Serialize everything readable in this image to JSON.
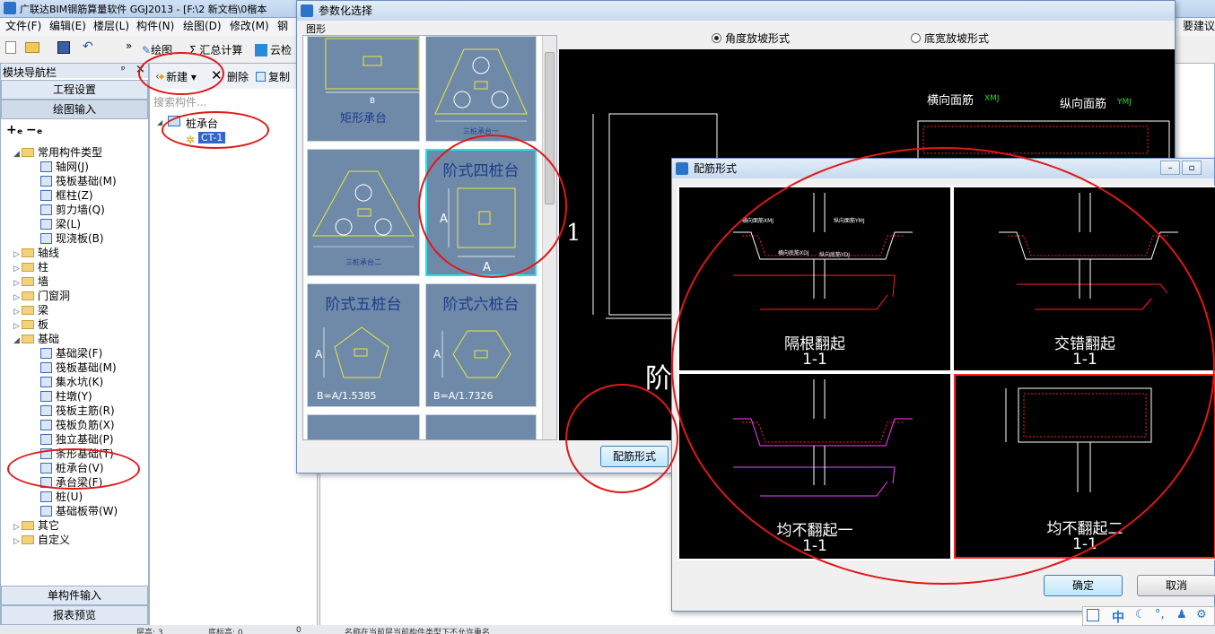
{
  "main_window": {
    "title": "广联达BIM钢筋算量软件 GGJ2013 - [F:\\2 新文档\\0楷本",
    "menu": [
      "文件(F)",
      "编辑(E)",
      "楼层(L)",
      "构件(N)",
      "绘图(D)",
      "修改(M)",
      "钢"
    ],
    "menu_right": "要建议",
    "toolbar": {
      "draw": "绘图",
      "sum": "Σ 汇总计算",
      "cloud": "云检"
    },
    "toolbar2": {
      "new": "新建",
      "delete": "删除",
      "copy": "复制"
    }
  },
  "nav": {
    "title": "模块导航栏",
    "pin": "ᵖ",
    "close": "×",
    "project_settings": "工程设置",
    "drawing_input": "绘图输入",
    "single_input": "单构件输入",
    "report_preview": "报表预览",
    "tree": [
      {
        "label": "常用构件类型",
        "level": 0,
        "type": "folder",
        "expanded": true
      },
      {
        "label": "轴网(J)",
        "level": 1,
        "type": "item"
      },
      {
        "label": "筏板基础(M)",
        "level": 1,
        "type": "item"
      },
      {
        "label": "框柱(Z)",
        "level": 1,
        "type": "item"
      },
      {
        "label": "剪力墙(Q)",
        "level": 1,
        "type": "item"
      },
      {
        "label": "梁(L)",
        "level": 1,
        "type": "item"
      },
      {
        "label": "现浇板(B)",
        "level": 1,
        "type": "item"
      },
      {
        "label": "轴线",
        "level": 0,
        "type": "folder"
      },
      {
        "label": "柱",
        "level": 0,
        "type": "folder"
      },
      {
        "label": "墙",
        "level": 0,
        "type": "folder"
      },
      {
        "label": "门窗洞",
        "level": 0,
        "type": "folder"
      },
      {
        "label": "梁",
        "level": 0,
        "type": "folder"
      },
      {
        "label": "板",
        "level": 0,
        "type": "folder"
      },
      {
        "label": "基础",
        "level": 0,
        "type": "folder",
        "expanded": true
      },
      {
        "label": "基础梁(F)",
        "level": 1,
        "type": "item"
      },
      {
        "label": "筏板基础(M)",
        "level": 1,
        "type": "item"
      },
      {
        "label": "集水坑(K)",
        "level": 1,
        "type": "item"
      },
      {
        "label": "柱墩(Y)",
        "level": 1,
        "type": "item"
      },
      {
        "label": "筏板主筋(R)",
        "level": 1,
        "type": "item"
      },
      {
        "label": "筏板负筋(X)",
        "level": 1,
        "type": "item"
      },
      {
        "label": "独立基础(P)",
        "level": 1,
        "type": "item"
      },
      {
        "label": "条形基础(T)",
        "level": 1,
        "type": "item"
      },
      {
        "label": "桩承台(V)",
        "level": 1,
        "type": "item"
      },
      {
        "label": "承台梁(F)",
        "level": 1,
        "type": "item"
      },
      {
        "label": "桩(U)",
        "level": 1,
        "type": "item"
      },
      {
        "label": "基础板带(W)",
        "level": 1,
        "type": "item"
      },
      {
        "label": "其它",
        "level": 0,
        "type": "folder"
      },
      {
        "label": "自定义",
        "level": 0,
        "type": "folder"
      }
    ]
  },
  "component_panel": {
    "search_placeholder": "搜索构件...",
    "root": "桩承台",
    "child": "CT-1"
  },
  "param_dialog": {
    "title": "参数化选择",
    "group_label": "图形",
    "radio_angle": "角度放坡形式",
    "radio_bottom": "底宽放坡形式",
    "button": "配筋形式",
    "thumbs": [
      {
        "label": "矩形承台"
      },
      {
        "label": "三桩承台一"
      },
      {
        "label": "三桩承台二"
      },
      {
        "label": "阶式四桩台"
      },
      {
        "label": "阶式五桩台",
        "formula": "B=A/1.5385"
      },
      {
        "label": "阶式六桩台",
        "formula": "B=A/1.7326"
      }
    ],
    "preview_labels": {
      "transverse_top": "横向面筋",
      "transverse_top_code": "XMJ",
      "longitudinal_top": "纵向面筋",
      "longitudinal_top_code": "YMJ",
      "big_char": "阶",
      "section_num": "1"
    }
  },
  "rebar_dialog": {
    "title": "配筋形式",
    "ok": "确定",
    "cancel": "取消",
    "options": [
      {
        "name": "隔根翻起",
        "section": "1-1",
        "selected": false
      },
      {
        "name": "交错翻起",
        "section": "1-1",
        "selected": false
      },
      {
        "name": "均不翻起一",
        "section": "1-1",
        "selected": false
      },
      {
        "name": "均不翻起二",
        "section": "1-1",
        "selected": true
      }
    ],
    "cad_labels": {
      "transverse_top": "横向面筋XMJ",
      "longitudinal_top": "纵向面筋YMJ",
      "transverse_bottom": "横向底筋XDJ",
      "longitudinal_bottom": "纵向底筋YDJ"
    }
  },
  "status_bar": {
    "seg1": "层高: 3",
    "seg2": "底标高: 0",
    "seg3": "0",
    "seg4": "名称在当前层当前构件类型下不允许重名"
  },
  "ime": {
    "lang": "中"
  },
  "colors": {
    "highlight_red": "#e01818",
    "cad_red": "#ff2020",
    "cad_green": "#22dd22",
    "cad_yellow": "#e8e640",
    "thumb_bg": "#6f8aa8",
    "title_blue": "#2b73c9"
  }
}
